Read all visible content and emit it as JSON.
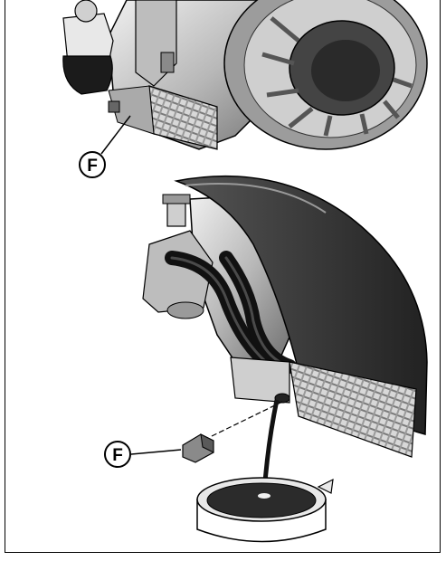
{
  "figure": {
    "callout_top": {
      "letter": "F"
    },
    "callout_bottom": {
      "letter": "F"
    }
  },
  "colors": {
    "outline": "#000000",
    "engine_dark": "#3a3a3a",
    "engine_mid": "#8a8a8a",
    "engine_light": "#cfcfcf",
    "hose": "#1a1a1a",
    "oil": "#2b2b2b",
    "pan": "#e6e6e6"
  },
  "icons": [
    "engine-illustration",
    "drain-plug-illustration",
    "drain-pan-illustration"
  ]
}
